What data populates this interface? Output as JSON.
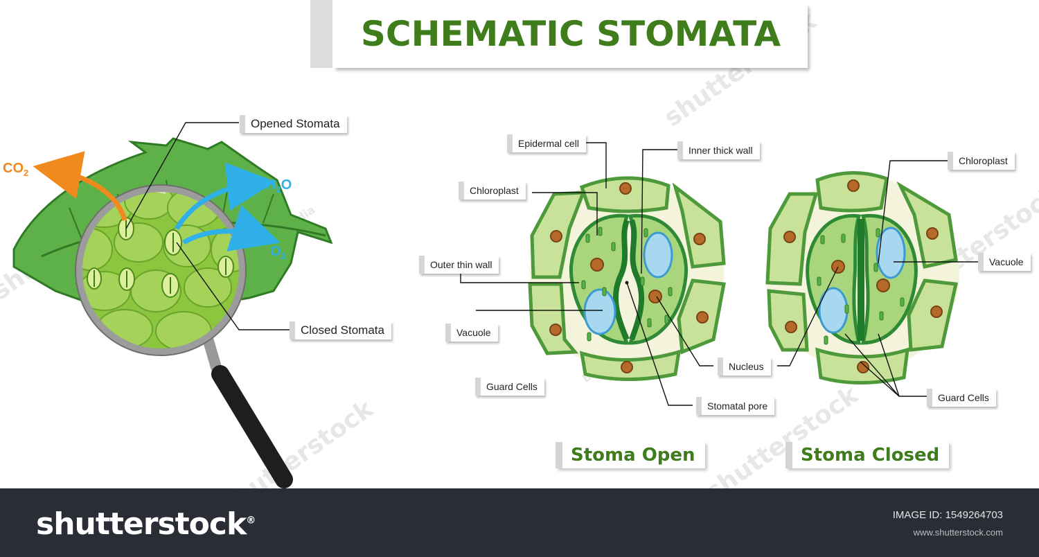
{
  "title": "SCHEMATIC STOMATA",
  "leaf_labels": {
    "opened_stomata": "Opened Stomata",
    "closed_stomata": "Closed Stomata",
    "co2": "CO",
    "co2_sub": "2",
    "h2o_h": "H",
    "h2o_sub": "2",
    "h2o_o": "O",
    "o2": "O",
    "o2_sub": "2"
  },
  "open_labels": {
    "epidermal_cell": "Epidermal cell",
    "chloroplast": "Chloroplast",
    "outer_thin_wall": "Outer thin wall",
    "vacuole": "Vacuole",
    "guard_cells": "Guard Cells",
    "inner_thick_wall": "Inner thick wall",
    "nucleus": "Nucleus",
    "stomatal_pore": "Stomatal pore"
  },
  "closed_labels": {
    "chloroplast": "Chloroplast",
    "vacuole": "Vacuole",
    "guard_cells": "Guard Cells"
  },
  "captions": {
    "open": "Stoma Open",
    "closed": "Stoma Closed"
  },
  "watermark": {
    "brand": "shutterstock",
    "brand_mark": "®",
    "image_id": "IMAGE ID: 1549264703",
    "url": "www.shutterstock.com",
    "overlay": "shutterstock",
    "overlay_credit": "BlueRingMedia"
  },
  "colors": {
    "title_green": "#3f7c1b",
    "cell_fill": "#c8e29a",
    "cell_border": "#4e9a3a",
    "guard_fill": "#a9d67c",
    "nucleus": "#b56a2a",
    "vacuole": "#a8d8f0",
    "arrow_orange": "#f08a1c",
    "arrow_blue": "#2fb0e8",
    "footer_bg": "#2a2d35"
  },
  "icons": [
    "magnifier-icon",
    "leaf-icon",
    "co2-arrow-icon",
    "h2o-arrow-icon",
    "o2-arrow-icon"
  ]
}
